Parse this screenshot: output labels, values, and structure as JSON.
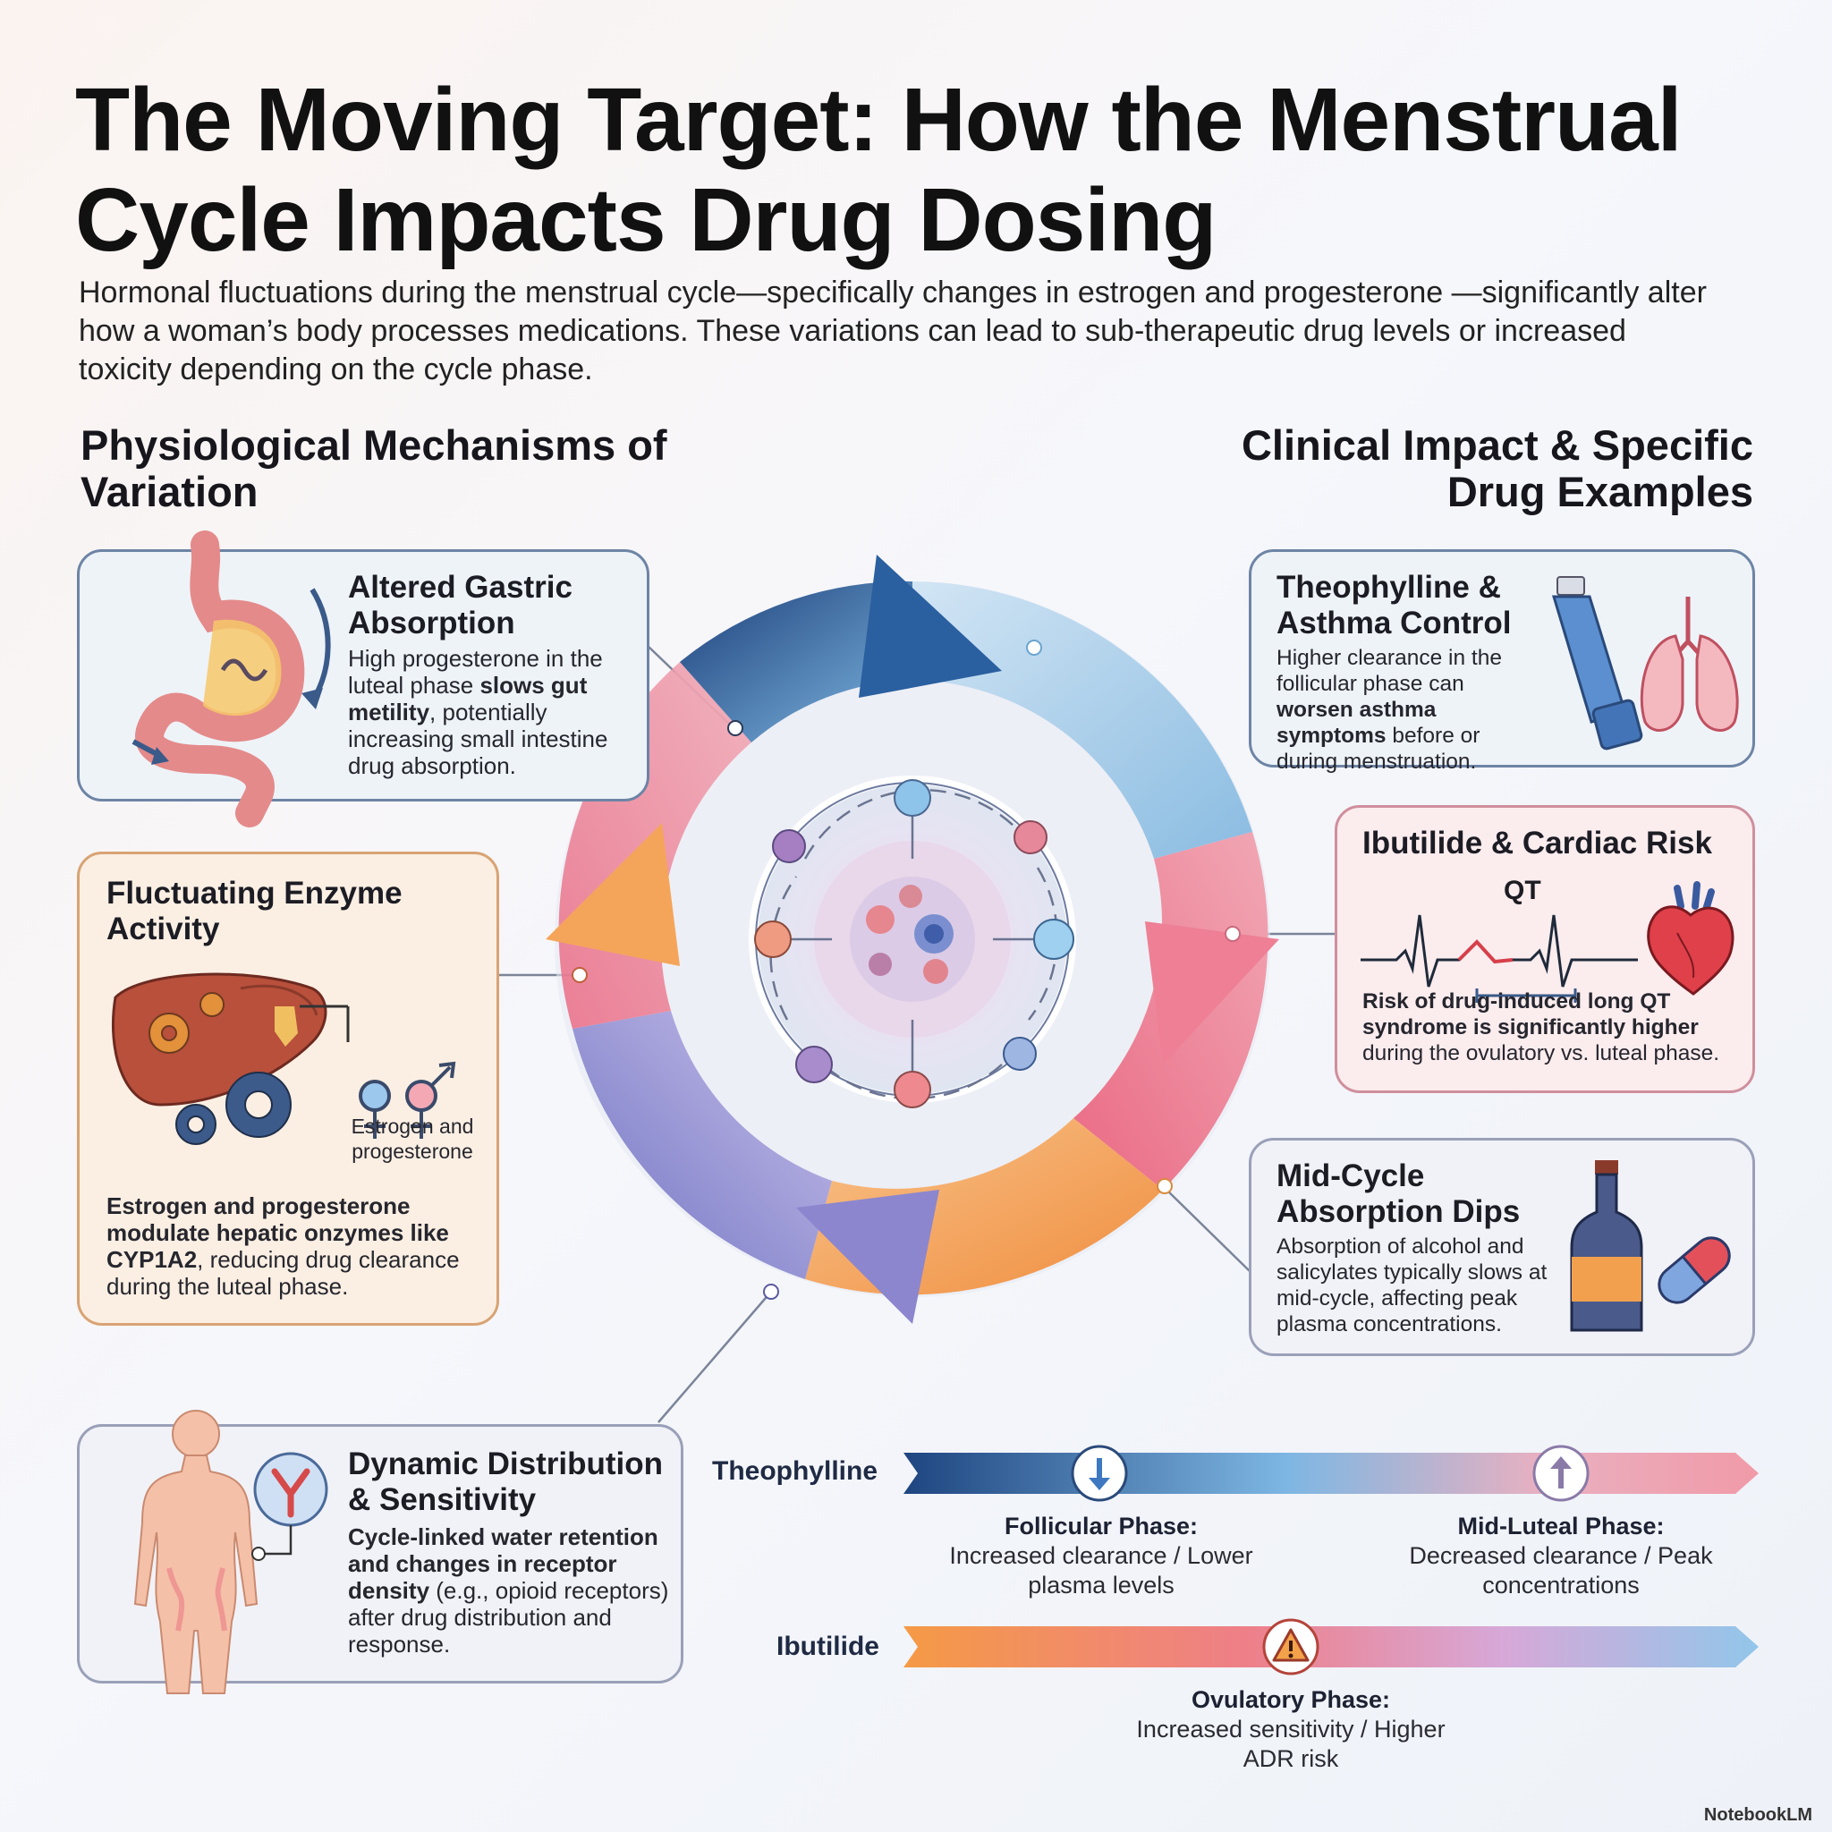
{
  "title": "The Moving Target: How the Menstrual Cycle Impacts Drug Dosing",
  "subtitle": "Hormonal fluctuations during the menstrual cycle—specifically changes in estrogen and progesterone —significantly alter how a woman’s body processes medications. These variations can lead to sub-therapeutic drug levels or increased toxicity depending on the cycle phase.",
  "left_heading": "Physiological Mechanisms of Variation",
  "right_heading": "Clinical Impact & Specific Drug Examples",
  "cards": {
    "gastric": {
      "title": "Altered Gastric Absorption",
      "text_1": "High progesterone in the luteal phase ",
      "text_bold": "slows gut metility",
      "text_2": ", potentially increasing small intestine drug absorption."
    },
    "enzyme": {
      "title": "Fluctuating Enzyme Activity",
      "hormone_label": "Estrogen and progesterone",
      "text_bold": "Estrogen and progesterone modulate hepatic onzymes like CYP1A2",
      "text_2": ", reducing drug clearance during the luteal phase."
    },
    "distribution": {
      "title": "Dynamic Distribution & Sensitivity",
      "text_bold": "Cycle-linked water retention and changes in receptor density",
      "text_2": " (e.g., opioid receptors) after drug distribution and response."
    },
    "theophylline": {
      "title": "Theophylline & Asthma Control",
      "text_1": "Higher clearance in the follicular phase can ",
      "text_bold": "worsen asthma symptoms",
      "text_2": " before or during menstruation."
    },
    "ibutilide": {
      "title": "Ibutilide & Cardiac Risk",
      "qt_label": "QT",
      "text_bold": "Risk of drug-induced long QT syndrome is significantly higher",
      "text_2": " during the ovulatory vs. luteal phase."
    },
    "midcycle": {
      "title": "Mid-Cycle Absorption Dips",
      "text": "Absorption of alcohol and salicylates typically slows at mid-cycle, affecting peak plasma concentrations."
    }
  },
  "timeline": {
    "theophylline_label": "Theophylline",
    "ibutilide_label": "Ibutilide",
    "follicular_title": "Follicular Phase:",
    "follicular_text": "Increased clearance / Lower plasma levels",
    "midluteal_title": "Mid-Luteal Phase:",
    "midluteal_text": "Decreased clearance / Peak concentrations",
    "ovulatory_title": "Ovulatory Phase:",
    "ovulatory_text": "Increased sensitivity / Higher ADR risk"
  },
  "footer": "NotebookLM",
  "colors": {
    "blue_dark": "#1f4f8f",
    "blue_light": "#8ec3e6",
    "pink": "#ef7d92",
    "orange": "#f5a04f",
    "lavender": "#8f8fd0",
    "liver": "#b8503c",
    "gear_blue": "#3c5a8a",
    "gear_orange": "#e3913a"
  },
  "icons": [
    "stomach-icon",
    "liver-icon",
    "gear-icon",
    "female-symbol-icon",
    "male-symbol-icon",
    "body-silhouette-icon",
    "receptor-icon",
    "inhaler-icon",
    "lungs-icon",
    "ecg-icon",
    "heart-icon",
    "bottle-icon",
    "pill-icon",
    "cycle-arrows-icon",
    "cell-network-icon",
    "down-arrow-icon",
    "up-arrow-icon",
    "warning-icon"
  ]
}
